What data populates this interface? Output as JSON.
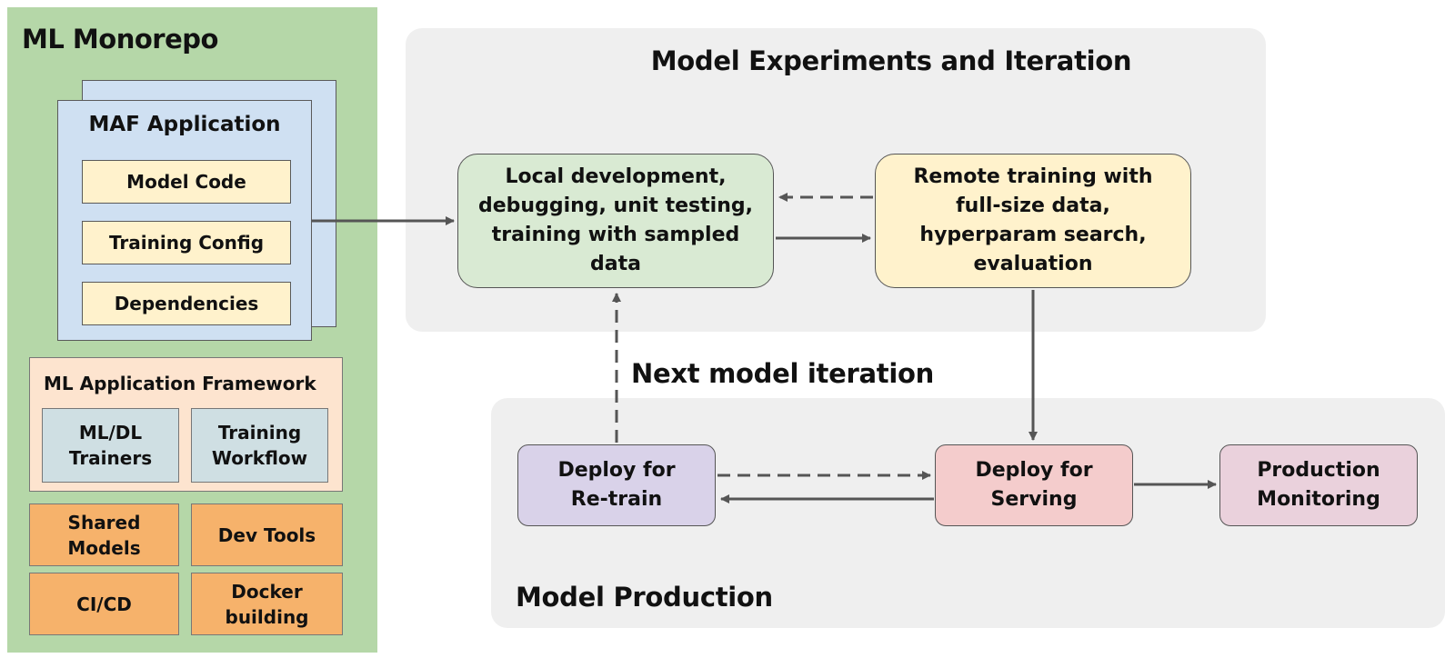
{
  "monorepo": {
    "title": "ML Monorepo",
    "maf": {
      "title": "MAF Application",
      "items": [
        "Model Code",
        "Training Config",
        "Dependencies"
      ]
    },
    "framework": {
      "title": "ML Application Framework",
      "items": [
        "ML/DL\nTrainers",
        "Training\nWorkflow"
      ]
    },
    "tools": [
      "Shared\nModels",
      "Dev Tools",
      "CI/CD",
      "Docker\nbuilding"
    ]
  },
  "experiments": {
    "title": "Model Experiments and Iteration",
    "local_dev": "Local development,\ndebugging, unit testing,\ntraining with sampled\ndata",
    "remote_train": "Remote training with\nfull-size data,\nhyperparam search,\nevaluation"
  },
  "next_iteration_label": "Next model iteration",
  "production": {
    "title": "Model Production",
    "deploy_retrain": "Deploy for\nRe-train",
    "deploy_serving": "Deploy for\nServing",
    "monitoring": "Production\nMonitoring"
  },
  "colors": {
    "monorepo_bg": "#b5d7a8",
    "maf_bg": "#cfe0f2",
    "item_bg": "#fff2cc",
    "framework_bg": "#fde4cf",
    "tool_bg": "#f6b26b",
    "local_dev_bg": "#d9ead3",
    "retrain_bg": "#d9d2e9",
    "serving_bg": "#f4cccc",
    "monitoring_bg": "#ead1dc",
    "arrow": "#555555"
  }
}
